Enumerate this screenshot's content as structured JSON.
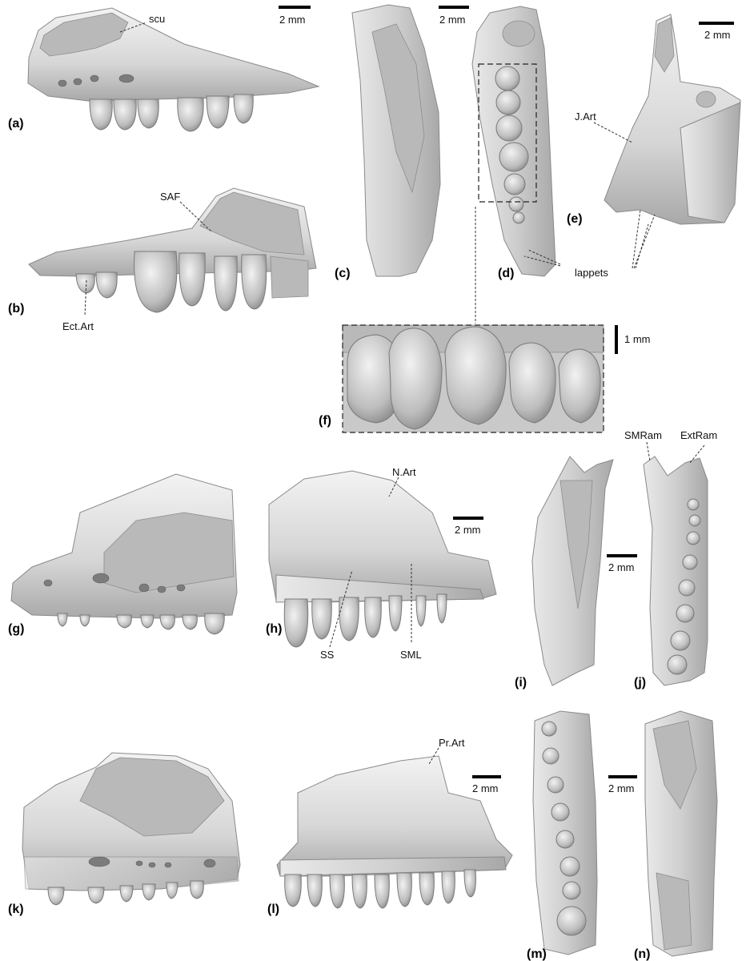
{
  "panels": {
    "a": "(a)",
    "b": "(b)",
    "c": "(c)",
    "d": "(d)",
    "e": "(e)",
    "f": "(f)",
    "g": "(g)",
    "h": "(h)",
    "i": "(i)",
    "j": "(j)",
    "k": "(k)",
    "l": "(l)",
    "m": "(m)",
    "n": "(n)"
  },
  "annotations": {
    "scu": "scu",
    "saf": "SAF",
    "ect_art": "Ect.Art",
    "j_art": "J.Art",
    "lappets": "lappets",
    "smram": "SMRam",
    "extram": "ExtRam",
    "n_art": "N.Art",
    "ss": "SS",
    "sml": "SML",
    "pr_art": "Pr.Art"
  },
  "scale_bars": {
    "top_left": "2 mm",
    "top_middle": "2 mm",
    "top_right": "2 mm",
    "inset": "1 mm",
    "middle_h": "2 mm",
    "middle_i": "2 mm",
    "bottom_l": "2 mm",
    "bottom_m": "2 mm"
  },
  "colors": {
    "bone_light": "#ebebeb",
    "bone_mid": "#c6c6c6",
    "bone_dark": "#8f8f8f",
    "background": "#ffffff"
  }
}
